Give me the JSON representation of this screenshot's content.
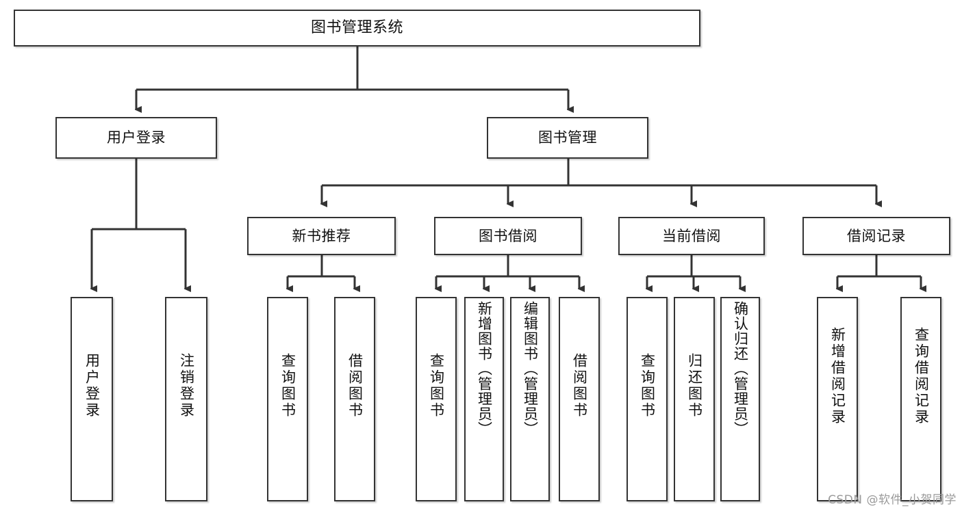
{
  "diagram": {
    "title": "图书管理系统",
    "type": "tree-hierarchy",
    "stroke_color": "#333333",
    "box_fill": "#ffffff",
    "text_color": "#111111",
    "watermark": "CSDN @软件_小贺同学",
    "nodes": {
      "root": {
        "label": "图书管理系统"
      },
      "level2": [
        {
          "label": "用户登录"
        },
        {
          "label": "图书管理"
        }
      ],
      "level3": [
        {
          "label": "新书推荐"
        },
        {
          "label": "图书借阅"
        },
        {
          "label": "当前借阅"
        },
        {
          "label": "借阅记录"
        }
      ],
      "leaves": {
        "user_login": [
          {
            "label": "用户登录"
          },
          {
            "label": "注销登录"
          }
        ],
        "new_book_recommend": [
          {
            "label": "查询图书"
          },
          {
            "label": "借阅图书"
          }
        ],
        "book_borrow": [
          {
            "label": "查询图书"
          },
          {
            "label": "新增图书（管理员）"
          },
          {
            "label": "编辑图书（管理员）"
          },
          {
            "label": "借阅图书"
          }
        ],
        "current_borrow": [
          {
            "label": "查询图书"
          },
          {
            "label": "归还图书"
          },
          {
            "label": "确认归还（管理员）"
          }
        ],
        "borrow_record": [
          {
            "label": "新增借阅记录"
          },
          {
            "label": "查询借阅记录"
          }
        ]
      }
    }
  }
}
